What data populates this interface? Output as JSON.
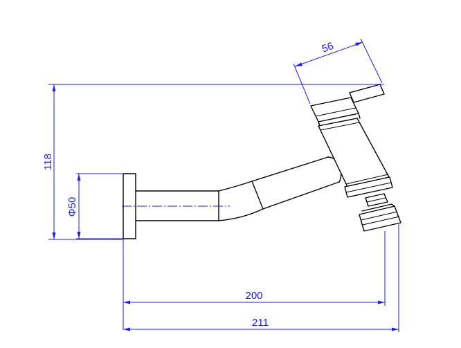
{
  "dimensions": {
    "height_overall": "118",
    "diameter_flange": "Φ50",
    "handle_length": "56",
    "projection_outlet": "200",
    "projection_overall": "211"
  },
  "colors": {
    "dimension_lines": "#1a1aff",
    "object_lines": "#000000",
    "background": "#ffffff"
  }
}
